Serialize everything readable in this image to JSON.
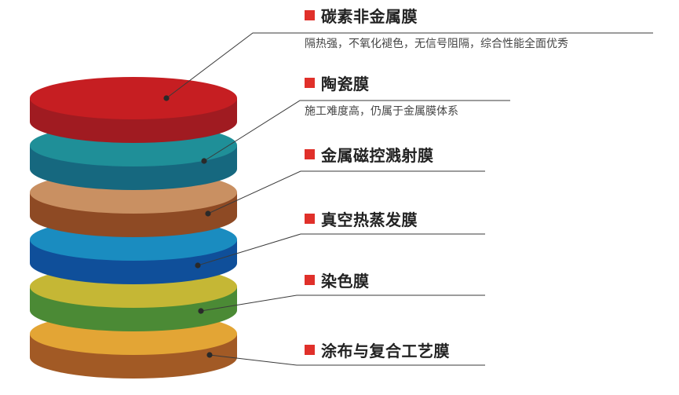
{
  "bullet_color": "#e0302a",
  "layers": [
    {
      "title": "碳素非金属膜",
      "desc": "隔热强，不氧化褪色，无信号阻隔，综合性能全面优秀",
      "top_color": "#c61e22",
      "side_color": "#a01b21"
    },
    {
      "title": "陶瓷膜",
      "desc": "施工难度高，仍属于金属膜体系",
      "top_color": "#1f8f98",
      "side_color": "#16687f"
    },
    {
      "title": "金属磁控溅射膜",
      "desc": "",
      "top_color": "#c99062",
      "side_color": "#8e4a24"
    },
    {
      "title": "真空热蒸发膜",
      "desc": "",
      "top_color": "#1a8cc0",
      "side_color": "#0f4f9a"
    },
    {
      "title": "染色膜",
      "desc": "",
      "top_color": "#c5b735",
      "side_color": "#4b8a35"
    },
    {
      "title": "涂布与复合工艺膜",
      "desc": "",
      "top_color": "#e3a535",
      "side_color": "#a25a25"
    }
  ]
}
